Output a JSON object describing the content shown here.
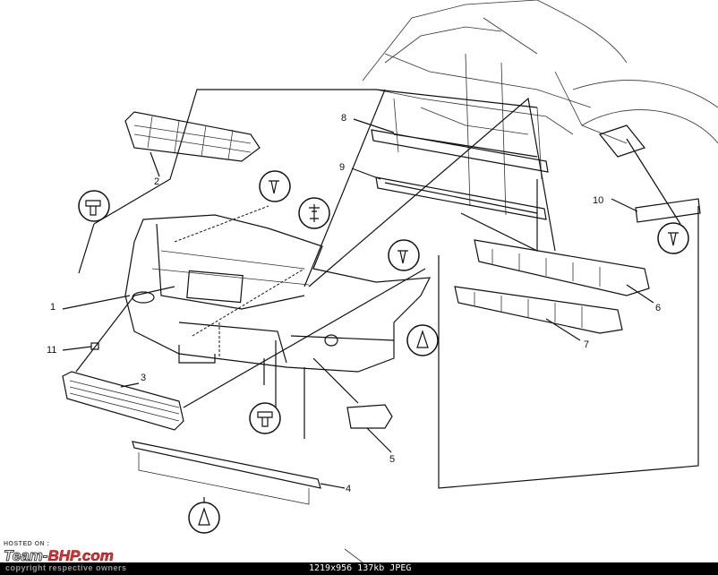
{
  "diagram": {
    "callouts": {
      "c1": "1",
      "c2": "2",
      "c3": "3",
      "c4": "4",
      "c5": "5",
      "c6": "6",
      "c7": "7",
      "c8": "8",
      "c9": "9",
      "c10": "10",
      "c11": "11"
    }
  },
  "watermark": {
    "hosted_on": "HOSTED ON :",
    "logo_team": "Team-",
    "logo_bhp": "BHP.com",
    "copyright": "copyright respective owners"
  },
  "footer": {
    "image_info": "1219x956 137kb JPEG"
  }
}
